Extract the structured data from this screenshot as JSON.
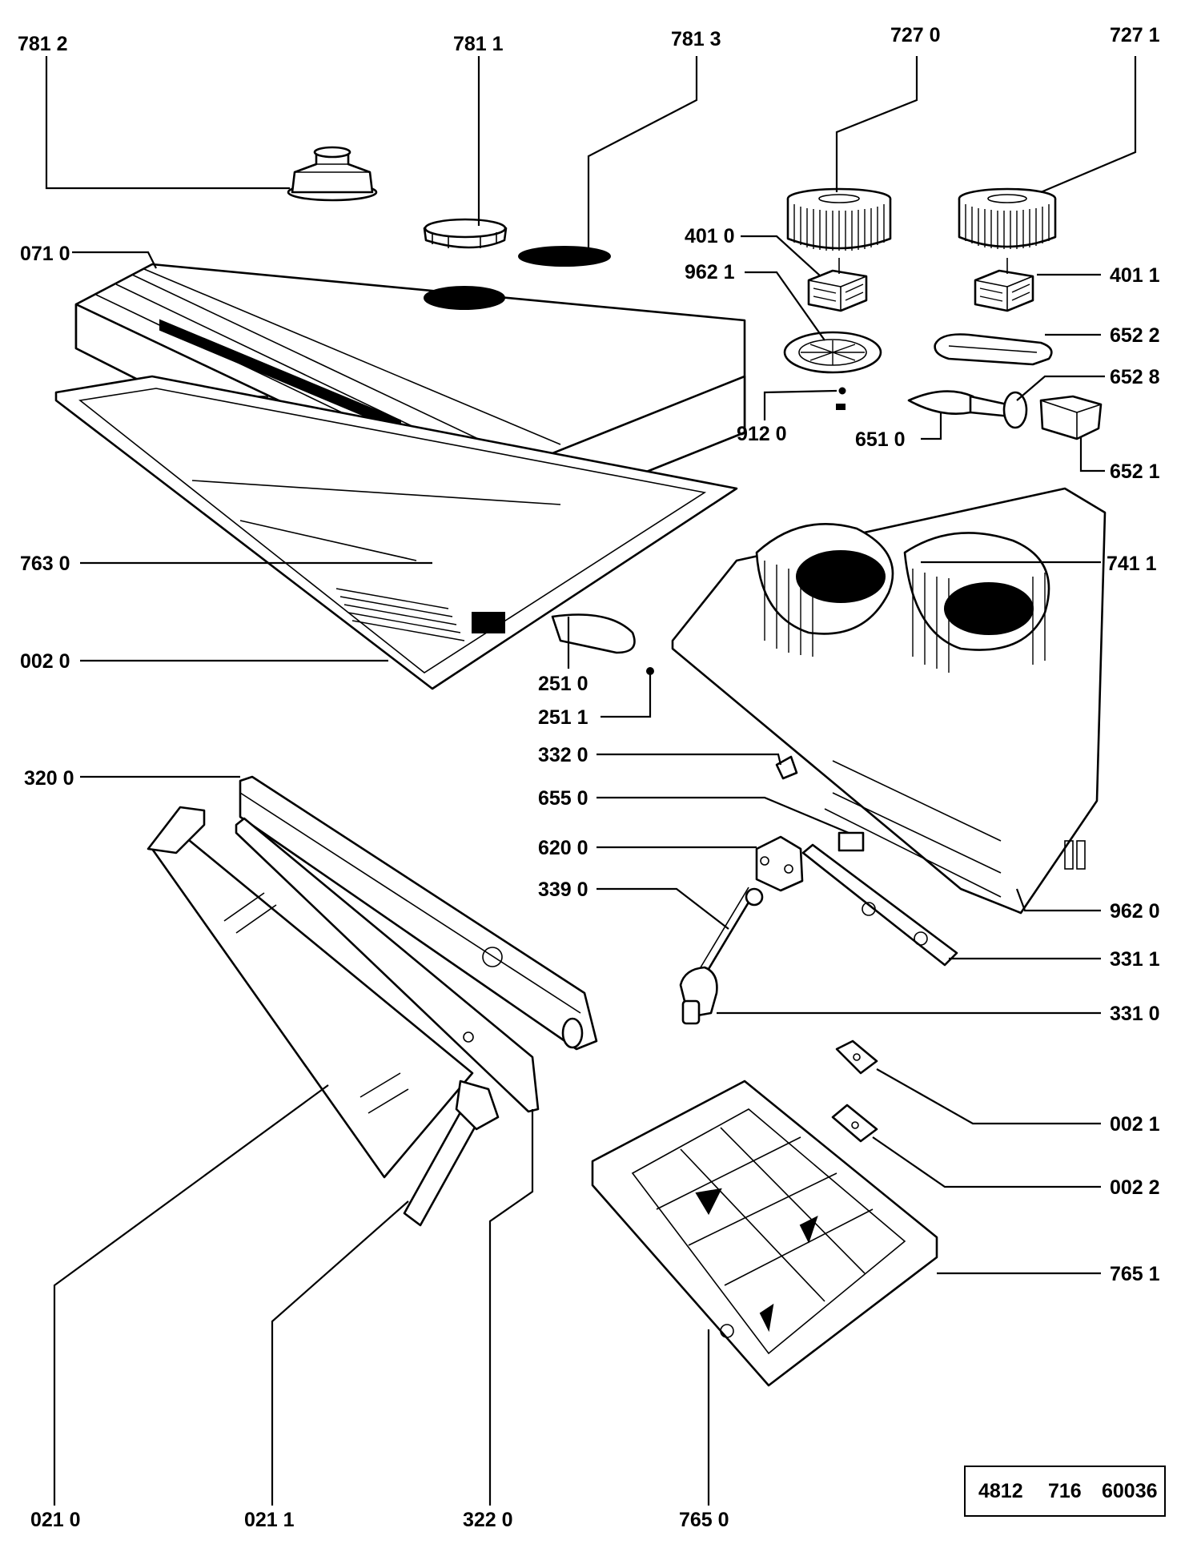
{
  "labels": {
    "p7812": "781 2",
    "p7811": "781 1",
    "p7813": "781 3",
    "p7270": "727 0",
    "p7271": "727 1",
    "p4010": "401 0",
    "p4011": "401 1",
    "p0710": "071 0",
    "p9621": "962 1",
    "p6522": "652 2",
    "p6528": "652 8",
    "p9120": "912 0",
    "p6510": "651 0",
    "p6521": "652 1",
    "p7411": "741 1",
    "p7630": "763 0",
    "p0020": "002 0",
    "p2510": "251 0",
    "p2511": "251 1",
    "p3320": "332 0",
    "p3200": "320 0",
    "p6550": "655 0",
    "p6200": "620 0",
    "p3390": "339 0",
    "p9620": "962 0",
    "p3311": "331 1",
    "p3310": "331 0",
    "p0021": "002 1",
    "p0022": "002 2",
    "p7651": "765 1",
    "p0210": "021 0",
    "p0211": "021 1",
    "p3220": "322 0",
    "p7650": "765  0"
  },
  "reference": {
    "part1": "4812",
    "part2": "716",
    "part3": "60036"
  }
}
